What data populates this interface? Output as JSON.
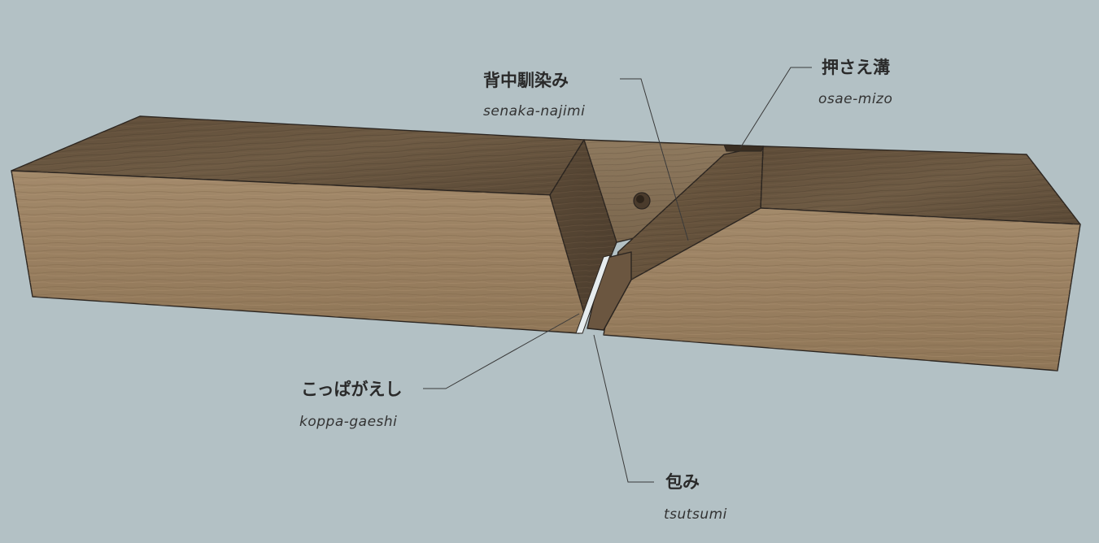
{
  "labels": {
    "senaka": {
      "jp": "背中馴染み",
      "romaji": "senaka-najimi"
    },
    "osae": {
      "jp": "押さえ溝",
      "romaji": "osae-mizo"
    },
    "koppa": {
      "jp": "こっぱがえし",
      "romaji": "koppa-gaeshi"
    },
    "tsutsumi": {
      "jp": "包み",
      "romaji": "tsutsumi"
    }
  },
  "colors": {
    "background": "#b3c1c5",
    "top_face": "#6e5c45",
    "front_face": "#9c8263",
    "slot_floor": "#8a7459",
    "bed_face": "#5f4d38",
    "wedge_face": "#6a563f",
    "blade": "#e8eef0"
  }
}
